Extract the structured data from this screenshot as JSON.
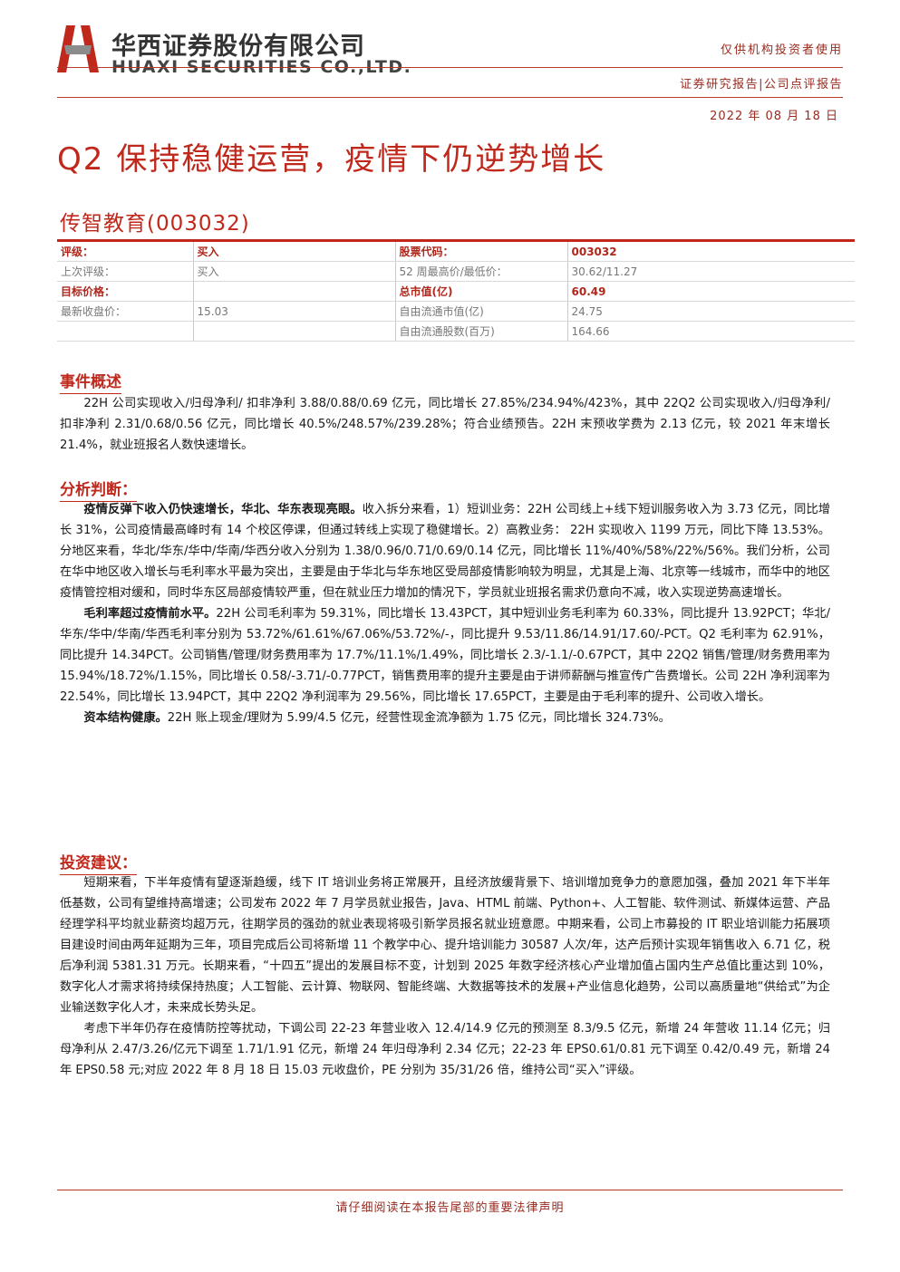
{
  "header": {
    "company_cn": "华西证券股份有限公司",
    "company_en": "HUAXI SECURITIES CO.,LTD.",
    "audience": "仅供机构投资者使用",
    "report_type": "证券研究报告|公司点评报告",
    "date": "2022 年 08 月 18 日",
    "brand_color": "#c0281c"
  },
  "title": "Q2 保持稳健运营，疫情下仍逆势增长",
  "company_name": "传智教育(003032)",
  "info_table": {
    "rows": [
      {
        "l1": "评级：",
        "v1": "买入",
        "l2": "股票代码：",
        "v2": "003032"
      },
      {
        "l1": "上次评级：",
        "v1": "买入",
        "l2": "52 周最高价/最低价：",
        "v2": "30.62/11.27"
      },
      {
        "l1": "目标价格：",
        "v1": "",
        "l2": "总市值(亿)",
        "v2": "60.49"
      },
      {
        "l1": "最新收盘价：",
        "v1": "15.03",
        "l2": "自由流通市值(亿)",
        "v2": "24.75"
      },
      {
        "l1": "",
        "v1": "",
        "l2": "自由流通股数(百万)",
        "v2": "164.66"
      }
    ]
  },
  "sections": {
    "event": {
      "heading": "事件概述",
      "p1": "22H 公司实现收入/归母净利/ 扣非净利 3.88/0.88/0.69 亿元，同比增长 27.85%/234.94%/423%，其中 22Q2 公司实现收入/归母净利/ 扣非净利 2.31/0.68/0.56 亿元，同比增长 40.5%/248.57%/239.28%；符合业绩预告。22H 末预收学费为 2.13 亿元，较 2021 年末增长 21.4%，就业班报名人数快速增长。"
    },
    "analysis": {
      "heading": "分析判断：",
      "p1_bold": "疫情反弹下收入仍快速增长，华北、华东表现亮眼。",
      "p1": "收入拆分来看，1）短训业务：22H 公司线上+线下短训服务收入为 3.73 亿元，同比增长 31%，公司疫情最高峰时有 14 个校区停课，但通过转线上实现了稳健增长。2）高教业务： 22H 实现收入 1199 万元，同比下降 13.53%。分地区来看，华北/华东/华中/华南/华西分收入分别为 1.38/0.96/0.71/0.69/0.14 亿元，同比增长 11%/40%/58%/22%/56%。我们分析，公司在华中地区收入增长与毛利率水平最为突出，主要是由于华北与华东地区受局部疫情影响较为明显，尤其是上海、北京等一线城市，而华中的地区疫情管控相对缓和，同时华东区局部疫情较严重，但在就业压力增加的情况下，学员就业班报名需求仍意向不减，收入实现逆势高速增长。",
      "p2_bold": "毛利率超过疫情前水平。",
      "p2": "22H 公司毛利率为 59.31%，同比增长 13.43PCT，其中短训业务毛利率为 60.33%，同比提升 13.92PCT；华北/华东/华中/华南/华西毛利率分别为 53.72%/61.61%/67.06%/53.72%/-，同比提升 9.53/11.86/14.91/17.60/-PCT。Q2 毛利率为 62.91%，同比提升 14.34PCT。公司销售/管理/财务费用率为 17.7%/11.1%/1.49%，同比增长 2.3/-1.1/-0.67PCT，其中 22Q2 销售/管理/财务费用率为 15.94%/18.72%/1.15%，同比增长 0.58/-3.71/-0.77PCT，销售费用率的提升主要是由于讲师薪酬与推宣传广告费增长。公司 22H 净利润率为 22.54%，同比增长 13.94PCT，其中 22Q2 净利润率为 29.56%，同比增长 17.65PCT，主要是由于毛利率的提升、公司收入增长。",
      "p3_bold": "资本结构健康。",
      "p3": "22H 账上现金/理财为 5.99/4.5 亿元，经营性现金流净额为 1.75 亿元，同比增长 324.73%。"
    },
    "advice": {
      "heading": "投资建议：",
      "p1": "短期来看，下半年疫情有望逐渐趋缓，线下 IT 培训业务将正常展开，且经济放缓背景下、培训增加竞争力的意愿加强，叠加 2021 年下半年低基数，公司有望维持高增速；公司发布 2022 年 7 月学员就业报告，Java、HTML 前端、Python+、人工智能、软件测试、新媒体运营、产品经理学科平均就业薪资均超万元，往期学员的强劲的就业表现将吸引新学员报名就业班意愿。中期来看，公司上市募投的 IT 职业培训能力拓展项目建设时间由两年延期为三年，项目完成后公司将新增 11 个教学中心、提升培训能力 30587 人次/年，达产后预计实现年销售收入 6.71 亿，税后净利润 5381.31 万元。长期来看，“十四五”提出的发展目标不变，计划到 2025 年数字经济核心产业增加值占国内生产总值比重达到 10%，数字化人才需求将持续保持热度；人工智能、云计算、物联网、智能终端、大数据等技术的发展+产业信息化趋势，公司以高质量地“供给式”为企业输送数字化人才，未来成长势头足。",
      "p2": "考虑下半年仍存在疫情防控等扰动，下调公司 22-23 年营业收入 12.4/14.9 亿元的预测至 8.3/9.5 亿元，新增 24 年营收 11.14 亿元；归母净利从 2.47/3.26/亿元下调至 1.71/1.91 亿元，新增 24 年归母净利 2.34 亿元；22-23 年 EPS0.61/0.81 元下调至 0.42/0.49 元，新增 24 年 EPS0.58 元;对应 2022 年 8 月 18 日 15.03 元收盘价，PE 分别为 35/31/26 倍，维持公司“买入”评级。"
    }
  },
  "footer": "请仔细阅读在本报告尾部的重要法律声明"
}
